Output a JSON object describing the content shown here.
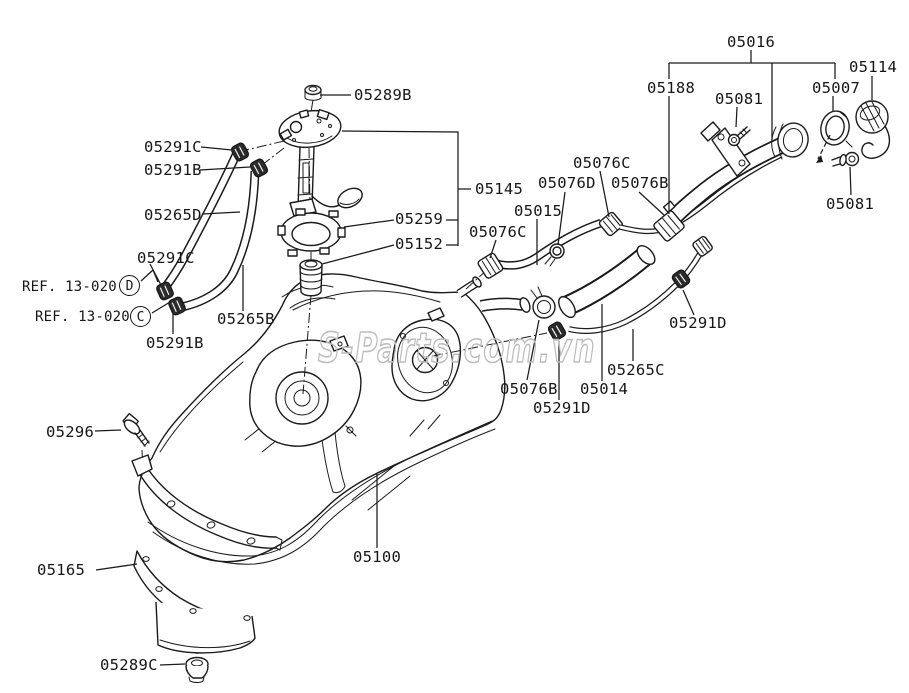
{
  "watermark": {
    "text": "S-Parts.com.vn",
    "color": "#bcbcbc"
  },
  "ref_callouts": {
    "d": {
      "text": "REF. 13-020",
      "letter": "D"
    },
    "c": {
      "text": "REF. 13-020",
      "letter": "C"
    }
  },
  "part_labels": {
    "p05289B": "05289B",
    "p05291C_a": "05291C",
    "p05291B_a": "05291B",
    "p05265D": "05265D",
    "p05291C_b": "05291C",
    "p05291B_b": "05291B",
    "p05265B": "05265B",
    "p05145": "05145",
    "p05259": "05259",
    "p05152": "05152",
    "p05076C_a": "05076C",
    "p05076D": "05076D",
    "p05076B_a": "05076B",
    "p05015": "05015",
    "p05076C_b": "05076C",
    "p05016": "05016",
    "p05188": "05188",
    "p05081_a": "05081",
    "p05007": "05007",
    "p05114": "05114",
    "p05081_b": "05081",
    "p05291D_a": "05291D",
    "p05265C": "05265C",
    "p05076B_b": "05076B",
    "p05014": "05014",
    "p05291D_b": "05291D",
    "p05296": "05296",
    "p05165": "05165",
    "p05100": "05100",
    "p05289C": "05289C"
  }
}
